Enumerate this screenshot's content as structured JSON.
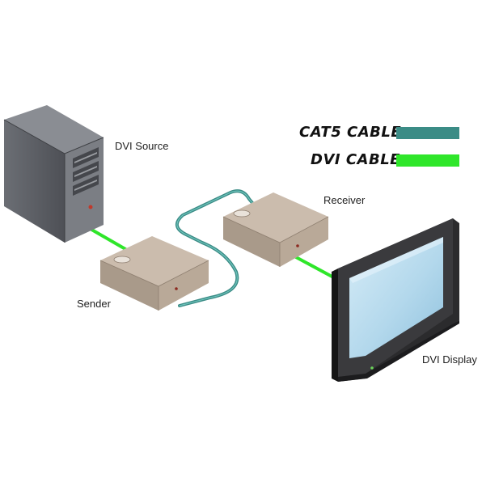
{
  "labels": {
    "source": "DVI Source",
    "receiver": "Receiver",
    "sender": "Sender",
    "display": "DVI Display"
  },
  "legend": [
    {
      "label": "CAT5 CABLE",
      "color": "#3b8c86",
      "icon": "cat5-cable-swatch"
    },
    {
      "label": "DVI CABLE",
      "color": "#2fe62a",
      "icon": "dvi-cable-swatch"
    }
  ],
  "colors": {
    "cat5": "#3b8c86",
    "dvi": "#2fe62a",
    "box": "#b7a796",
    "pc": "#5a5d63",
    "screen": "#b8dcef"
  }
}
